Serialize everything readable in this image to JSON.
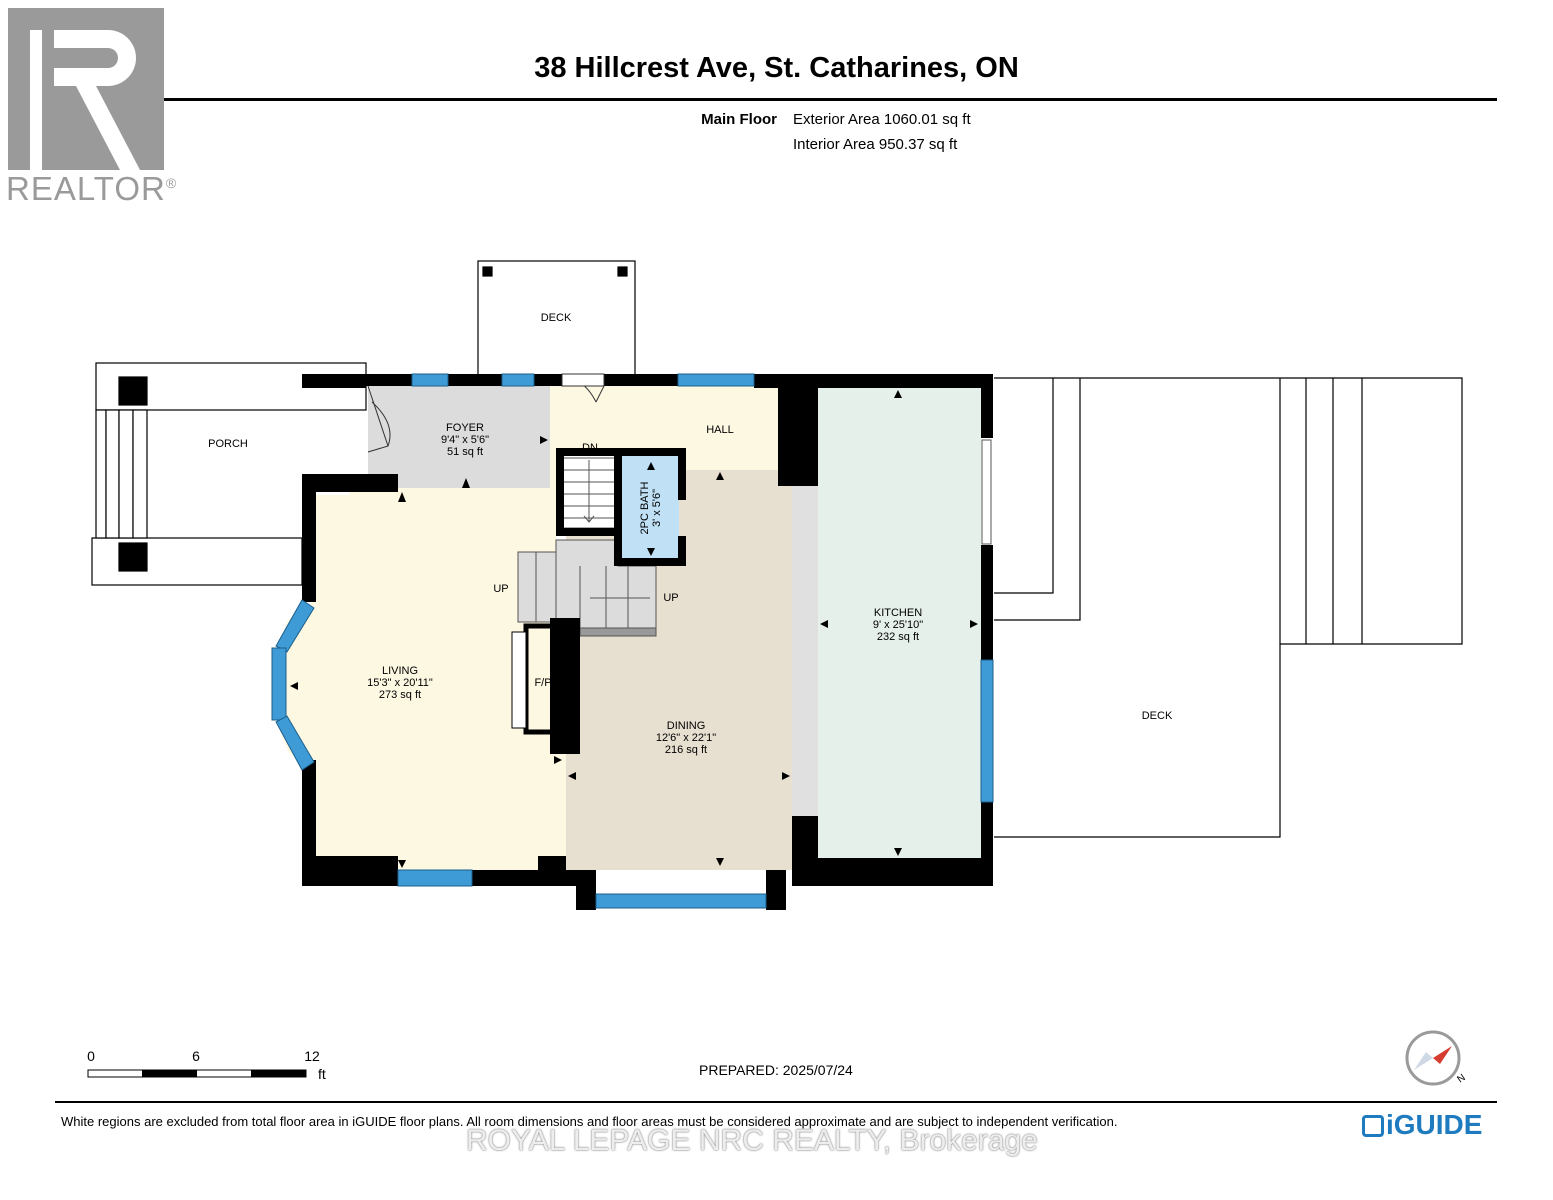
{
  "header": {
    "title": "38 Hillcrest Ave, St. Catharines, ON",
    "floor_name": "Main Floor",
    "exterior_area": "Exterior Area 1060.01 sq ft",
    "interior_area": "Interior Area 950.37 sq ft"
  },
  "logo": {
    "realtor_text": "REALTOR",
    "registered_mark": "®"
  },
  "rooms": {
    "foyer": {
      "name": "FOYER",
      "dims": "9'4\" x 5'6\"",
      "area": "51 sq ft"
    },
    "hall": {
      "name": "HALL"
    },
    "bath": {
      "name": "2PC BATH",
      "dims": "3' x 5'6\""
    },
    "living": {
      "name": "LIVING",
      "dims": "15'3\" x 20'11\"",
      "area": "273 sq ft"
    },
    "dining": {
      "name": "DINING",
      "dims": "12'6\" x 22'1\"",
      "area": "216 sq ft"
    },
    "kitchen": {
      "name": "KITCHEN",
      "dims": "9' x 25'10\"",
      "area": "232 sq ft"
    }
  },
  "labels": {
    "deck_top": "DECK",
    "deck_right": "DECK",
    "porch": "PORCH",
    "stairs_down": "DN",
    "stairs_up_left": "UP",
    "stairs_up_right": "UP",
    "fireplace": "F/P"
  },
  "scale": {
    "ticks": [
      "0",
      "6",
      "12"
    ],
    "unit": "ft"
  },
  "compass": {
    "label": "N"
  },
  "footer": {
    "prepared": "PREPARED: 2025/07/24",
    "disclaimer": "White regions are excluded from total floor area in iGUIDE floor plans. All room dimensions and floor areas must be considered approximate and are subject to independent verification.",
    "watermark": "ROYAL LEPAGE NRC REALTY, Brokerage",
    "brand": "iGUIDE"
  },
  "colors": {
    "living_fill": "#fdf8e2",
    "hall_fill": "#fdf8e2",
    "foyer_fill": "#dcdcdc",
    "dining_fill": "#e7dfd0",
    "kitchen_fill": "#e6f0ea",
    "bath_fill": "#bfe0f5",
    "window": "#3f9bd6",
    "wall": "#000000",
    "brand": "#1e7bbf"
  }
}
